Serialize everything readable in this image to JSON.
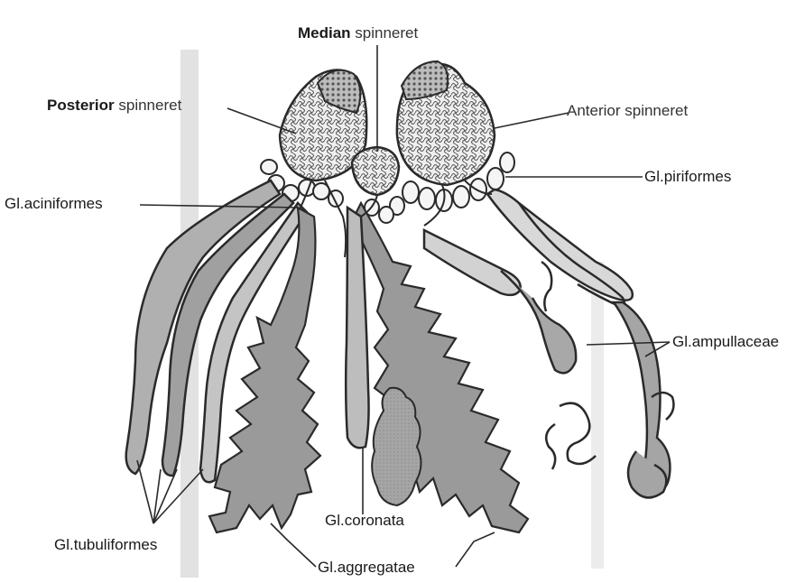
{
  "labels": {
    "median": {
      "bold": "Median",
      "rest": " spinneret"
    },
    "posterior": {
      "bold": "Posterior",
      "rest": " spinneret"
    },
    "anterior": {
      "bold": "",
      "rest": "Anterior spinneret"
    },
    "aciniformes": "Gl.aciniformes",
    "piriformes": "Gl.piriformes",
    "ampullaceae": "Gl.ampullaceae",
    "tubuliformes": "Gl.tubuliformes",
    "coronata": "Gl.coronata",
    "aggregatae": "Gl.aggregatae"
  },
  "colors": {
    "ink": "#2a2a2a",
    "gland_fill": "#9a9a9a",
    "gland_light": "#c8c8c8",
    "background": "#ffffff",
    "faint_bar": "#d9d9d9"
  }
}
